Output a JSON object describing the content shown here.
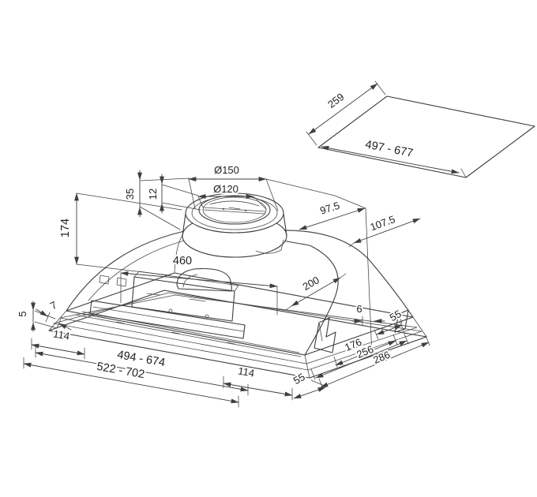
{
  "page": {
    "background": "#ffffff",
    "line_color": "#3d3d3d",
    "label_color": "#222222"
  },
  "cutout": {
    "depth": "259",
    "width_range": "497 - 677"
  },
  "duct": {
    "outer_diameter": "Ø150",
    "inner_diameter": "Ø120",
    "collar_height": "35",
    "spigot_height": "12",
    "offset_left": "97.5",
    "offset_right": "107.5"
  },
  "body": {
    "height": "174",
    "liner_width": "460",
    "right_slope_depth": "200"
  },
  "base": {
    "lip_height": "5",
    "lip_inset": "7",
    "left_bracket_offset": "114",
    "width_range": "494 - 674",
    "overall_width_range": "522 - 702",
    "center_bracket_offset": "114",
    "front_bracket_offset": "55"
  },
  "right": {
    "bracket_gap": "6",
    "rear_bracket_offset": "55",
    "depth_front": "176",
    "depth_mid": "256",
    "depth_overall": "286"
  }
}
